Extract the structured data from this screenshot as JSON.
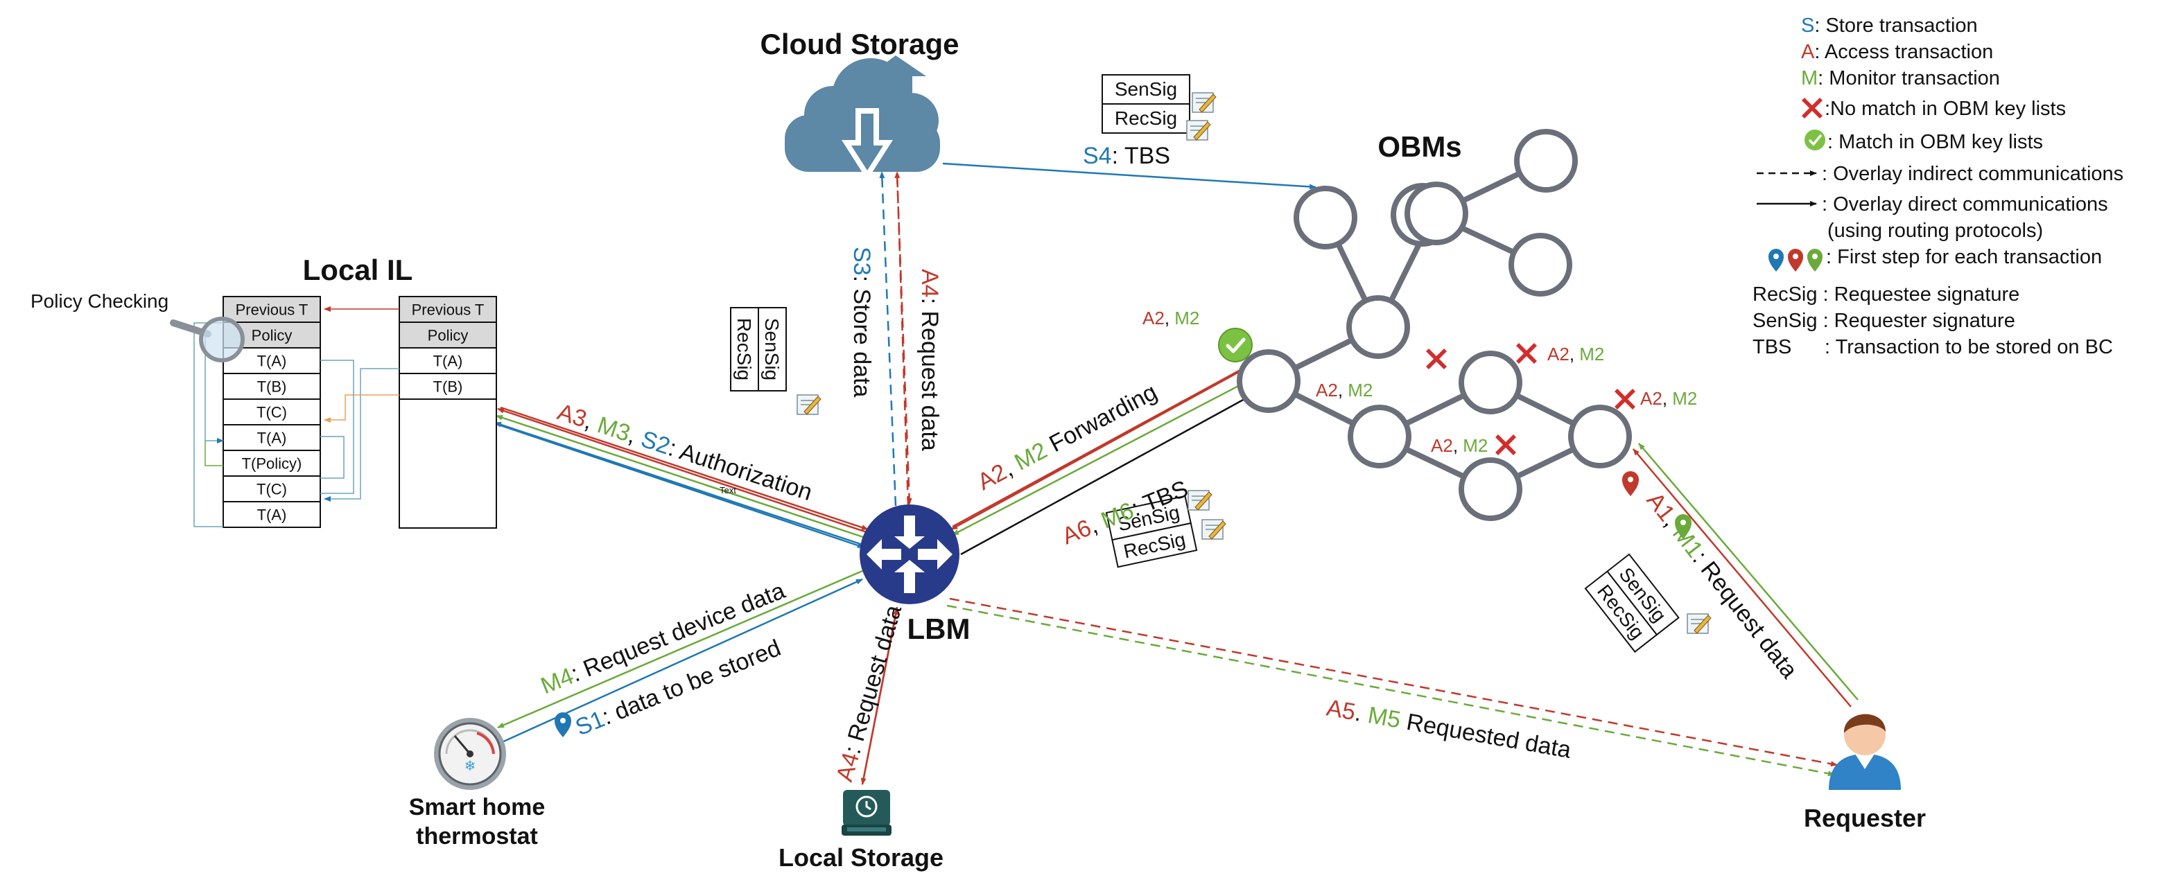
{
  "colors": {
    "store": "#1f78b4",
    "access": "#c0392b",
    "monitor": "#6aaa3a",
    "node_stroke": "#6b6f7a",
    "lbm_fill": "#283a8a",
    "cloud_fill": "#5d88a6",
    "table_header_fill": "#d9d9d9"
  },
  "titles": {
    "cloud_storage": "Cloud Storage",
    "local_il": "Local IL",
    "obms": "OBMs",
    "lbm": "LBM",
    "local_storage": "Local Storage",
    "requester": "Requester",
    "thermostat_line1": "Smart home",
    "thermostat_line2": "thermostat",
    "policy_checking": "Policy Checking"
  },
  "table_left": {
    "rows": [
      "Previous T",
      "Policy",
      "T(A)",
      "T(B)",
      "T(C)",
      "T(A)",
      "T(Policy)",
      "T(C)",
      "T(A)"
    ]
  },
  "table_right": {
    "rows": [
      "Previous T",
      "Policy",
      "T(A)",
      "T(B)"
    ]
  },
  "labels": {
    "s": "S",
    "a": "A",
    "m": "M",
    "sep_colon": ": ",
    "sep_comma": ", ",
    "sep_period": ". ",
    "s4_code": "S4",
    "s4_text": ": TBS",
    "sensig": "SenSig",
    "recsig": "RecSig",
    "s3_code": "S3",
    "s3_text": ": Store data",
    "a4_code": "A4",
    "a4_text": ": Request data",
    "a3_code": "A3",
    "m3_code": "M3",
    "s2_code": "S2",
    "auth_text": ": Authorization",
    "tiny_text": "Text",
    "a2_code": "A2",
    "m2_code": "M2",
    "forwarding_text": " Forwarding",
    "a6_code": "A6",
    "m6_code": "M6",
    "tbs_text": ": TBS",
    "m4_code": "M4",
    "m4_text": ": Request device data",
    "s1_code": "S1",
    "s1_text": ": data to be stored",
    "a5_code": "A5",
    "m5_code": "M5",
    "m5_text": " Requested data",
    "a1_code": "A1",
    "m1_code": "M1",
    "request_text": ": Request data",
    "a4b_code": "A4",
    "a4b_text": ": Request data"
  },
  "legend": {
    "store_text": ": Store transaction",
    "access_text": ": Access transaction",
    "monitor_text": ": Monitor transaction",
    "nomatch": ":No match in OBM key lists",
    "match": ": Match in OBM key lists",
    "indirect": ": Overlay indirect communications",
    "direct_line1": ": Overlay direct communications",
    "direct_line2": "(using routing protocols)",
    "first_step": ": First step for each transaction",
    "recsig_def": "RecSig : Requestee signature",
    "sensig_def": "SenSig : Requester signature",
    "tbs_key": "TBS",
    "tbs_def": ": Transaction to be stored on BC"
  }
}
